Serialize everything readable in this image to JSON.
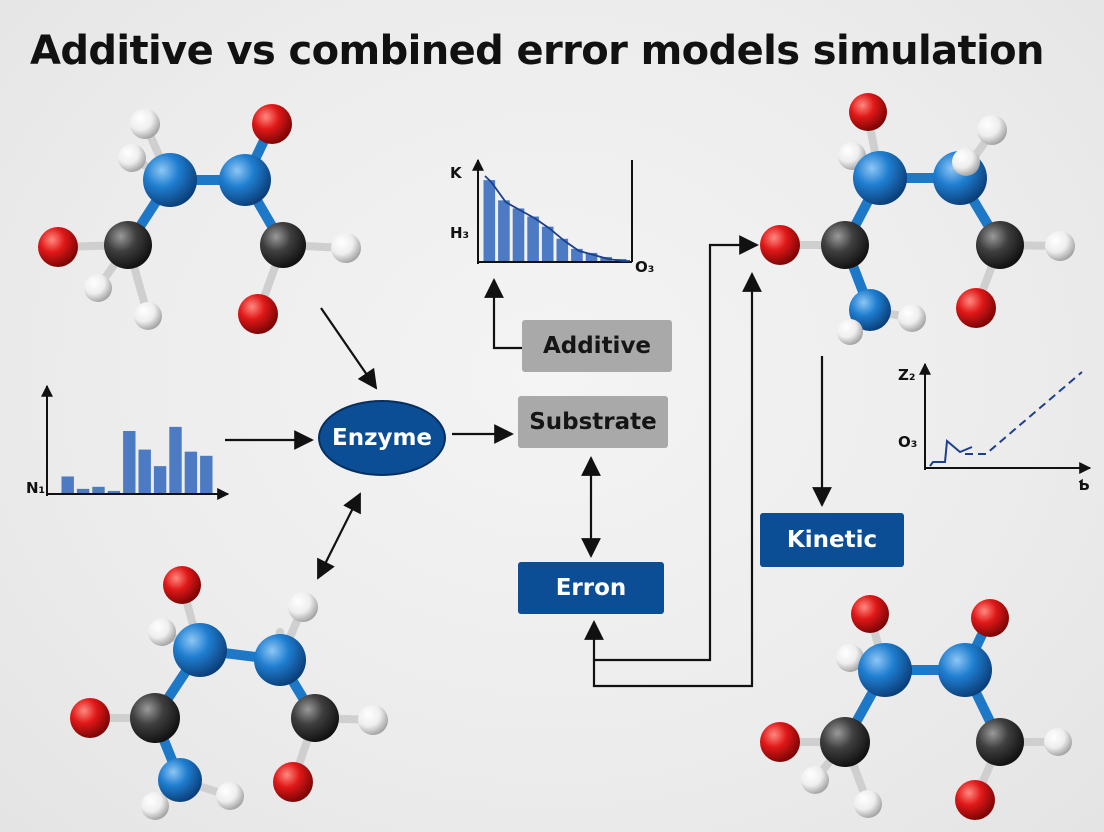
{
  "title": "Additive vs combined error models simulation",
  "nodes": {
    "enzyme": "Enzyme",
    "additive": "Additive",
    "substrate": "Substrate",
    "erron": "Erron",
    "kinetic": "Kinetic"
  },
  "charts": {
    "top": {
      "y_labels": [
        "K",
        "H₃"
      ],
      "x_end_label": "O₃"
    },
    "left": {
      "y_label": "N₁"
    },
    "right": {
      "y_labels": [
        "Z₂",
        "O₃"
      ],
      "x_end_label": "Ƅ"
    }
  },
  "chart_data": [
    {
      "type": "bar",
      "values": [
        8,
        2,
        3,
        1,
        30,
        21,
        13,
        32,
        20,
        18
      ],
      "ylim": [
        0,
        45
      ]
    },
    {
      "type": "bar",
      "values": [
        40,
        30,
        26,
        22,
        17,
        11,
        6,
        4,
        2,
        1
      ],
      "ylim": [
        0,
        45
      ]
    }
  ],
  "colors": {
    "node_blue": "#0b4e96",
    "node_grey": "#a9a9a9",
    "atom_blue": "#1f7ed0",
    "atom_red": "#e01818",
    "atom_dark": "#3f3f3f",
    "atom_white": "#f4f4f4",
    "bar_blue": "#4c7bc4"
  }
}
